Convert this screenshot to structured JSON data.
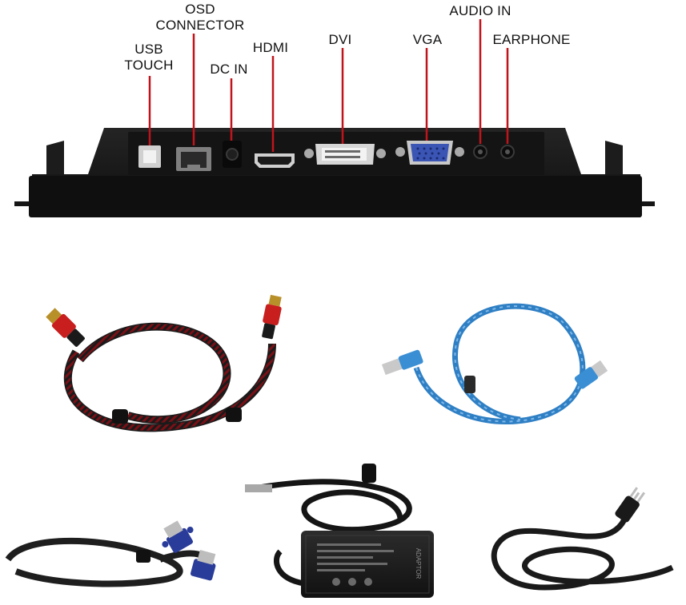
{
  "ports": {
    "usb_touch": {
      "label": "USB\nTOUCH",
      "icon": "usb-b-port-icon"
    },
    "osd_connector": {
      "label": "OSD\nCONNECTOR",
      "icon": "rj45-port-icon"
    },
    "dc_in": {
      "label": "DC IN",
      "icon": "dc-jack-icon"
    },
    "hdmi": {
      "label": "HDMI",
      "icon": "hdmi-port-icon"
    },
    "dvi": {
      "label": "DVI",
      "icon": "dvi-port-icon"
    },
    "vga": {
      "label": "VGA",
      "icon": "vga-port-icon"
    },
    "audio_in": {
      "label": "AUDIO IN",
      "icon": "audio-jack-icon"
    },
    "earphone": {
      "label": "EARPHONE",
      "icon": "earphone-jack-icon"
    }
  },
  "accessories": [
    {
      "name": "hdmi-cable",
      "icon": "hdmi-cable-icon"
    },
    {
      "name": "usb-cable",
      "icon": "usb-cable-icon"
    },
    {
      "name": "vga-cable",
      "icon": "vga-cable-icon"
    },
    {
      "name": "power-adapter",
      "icon": "power-adapter-icon"
    },
    {
      "name": "power-cord",
      "icon": "power-cord-icon"
    }
  ],
  "colors": {
    "callout_line": "#c0141c",
    "panel": "#1b1b1b",
    "hdmi_connector": "#c81e1e",
    "usb_cable": "#2f7fc4",
    "vga_connector": "#2a3c9a"
  },
  "adapter": {
    "brand": "ADAPTOR"
  }
}
